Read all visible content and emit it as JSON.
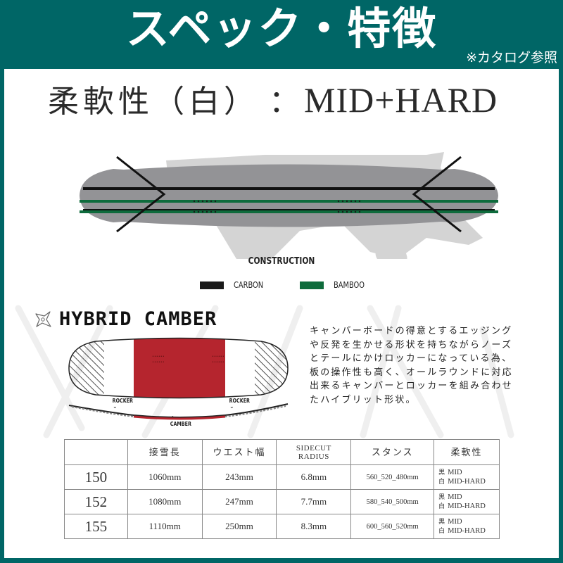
{
  "header": {
    "title": "スペック・特徴",
    "note": "※カタログ参照",
    "bg_color": "#006666"
  },
  "flex_heading": {
    "label": "柔軟性（白）",
    "separator": "：",
    "value": "MID+HARD"
  },
  "construction": {
    "title": "CONSTRUCTION",
    "legend": [
      {
        "label": "CARBON",
        "color": "#1a1a1a"
      },
      {
        "label": "BAMBOO",
        "color": "#0e6b3c"
      }
    ],
    "board_color": "#939396"
  },
  "profile": {
    "title": "HYBRID CAMBER",
    "icon": "shuriken-icon",
    "labels": {
      "rocker_left": "ROCKER",
      "rocker_right": "ROCKER",
      "camber": "CAMBER"
    },
    "accent_color": "#b5252e",
    "description": "キャンバーボードの得意とするエッジングや反発を生かせる形状を持ちながらノーズとテールにかけロッカーになっている為、板の操作性も高く、オールラウンドに対応出来るキャンバーとロッカーを組み合わせたハイブリット形状。"
  },
  "spec_table": {
    "headers": [
      "",
      "接雪長",
      "ウエスト幅",
      "SIDECUT RADIUS",
      "スタンス",
      "柔軟性"
    ],
    "sidecut_header": {
      "line1": "SIDECUT",
      "line2": "RADIUS"
    },
    "rows": [
      {
        "size": "150",
        "effective_edge": "1060mm",
        "waist": "243mm",
        "sidecut": "6.8mm",
        "stance": "560_520_480mm",
        "flex_black_label": "黒",
        "flex_black": "MID",
        "flex_white_label": "白",
        "flex_white": "MID-HARD"
      },
      {
        "size": "152",
        "effective_edge": "1080mm",
        "waist": "247mm",
        "sidecut": "7.7mm",
        "stance": "580_540_500mm",
        "flex_black_label": "黒",
        "flex_black": "MID",
        "flex_white_label": "白",
        "flex_white": "MID-HARD"
      },
      {
        "size": "155",
        "effective_edge": "1110mm",
        "waist": "250mm",
        "sidecut": "8.3mm",
        "stance": "600_560_520mm",
        "flex_black_label": "黒",
        "flex_black": "MID",
        "flex_white_label": "白",
        "flex_white": "MID-HARD"
      }
    ]
  }
}
